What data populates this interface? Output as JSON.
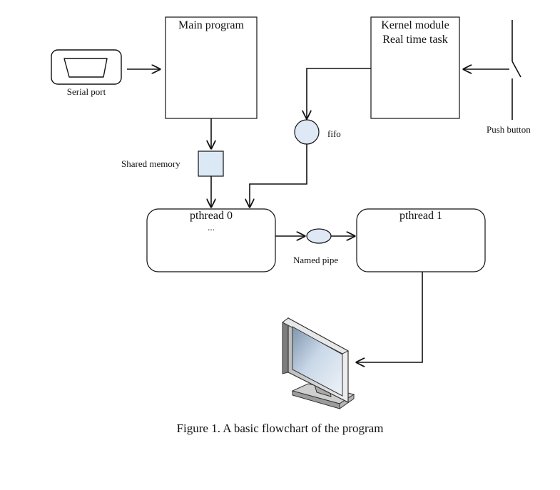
{
  "diagram": {
    "main_program": "Main program",
    "kernel_module_line1": "Kernel module",
    "kernel_module_line2": "Real time task",
    "serial_port": "Serial port",
    "push_button": "Push button",
    "fifo": "fifo",
    "shared_memory": "Shared memory",
    "pthread0": "pthread 0",
    "pthread0_dots": "...",
    "pthread1": "pthread 1",
    "named_pipe": "Named pipe",
    "caption": "Figure 1. A basic flowchart of the program"
  },
  "colors": {
    "line": "#111111",
    "shared_memory_fill": "#dbe8f5",
    "fifo_fill": "#dfe9f5",
    "pipe_fill": "#dfe9f5",
    "monitor_screen": "#b8cbe0",
    "monitor_body": "#d8d8d8"
  }
}
